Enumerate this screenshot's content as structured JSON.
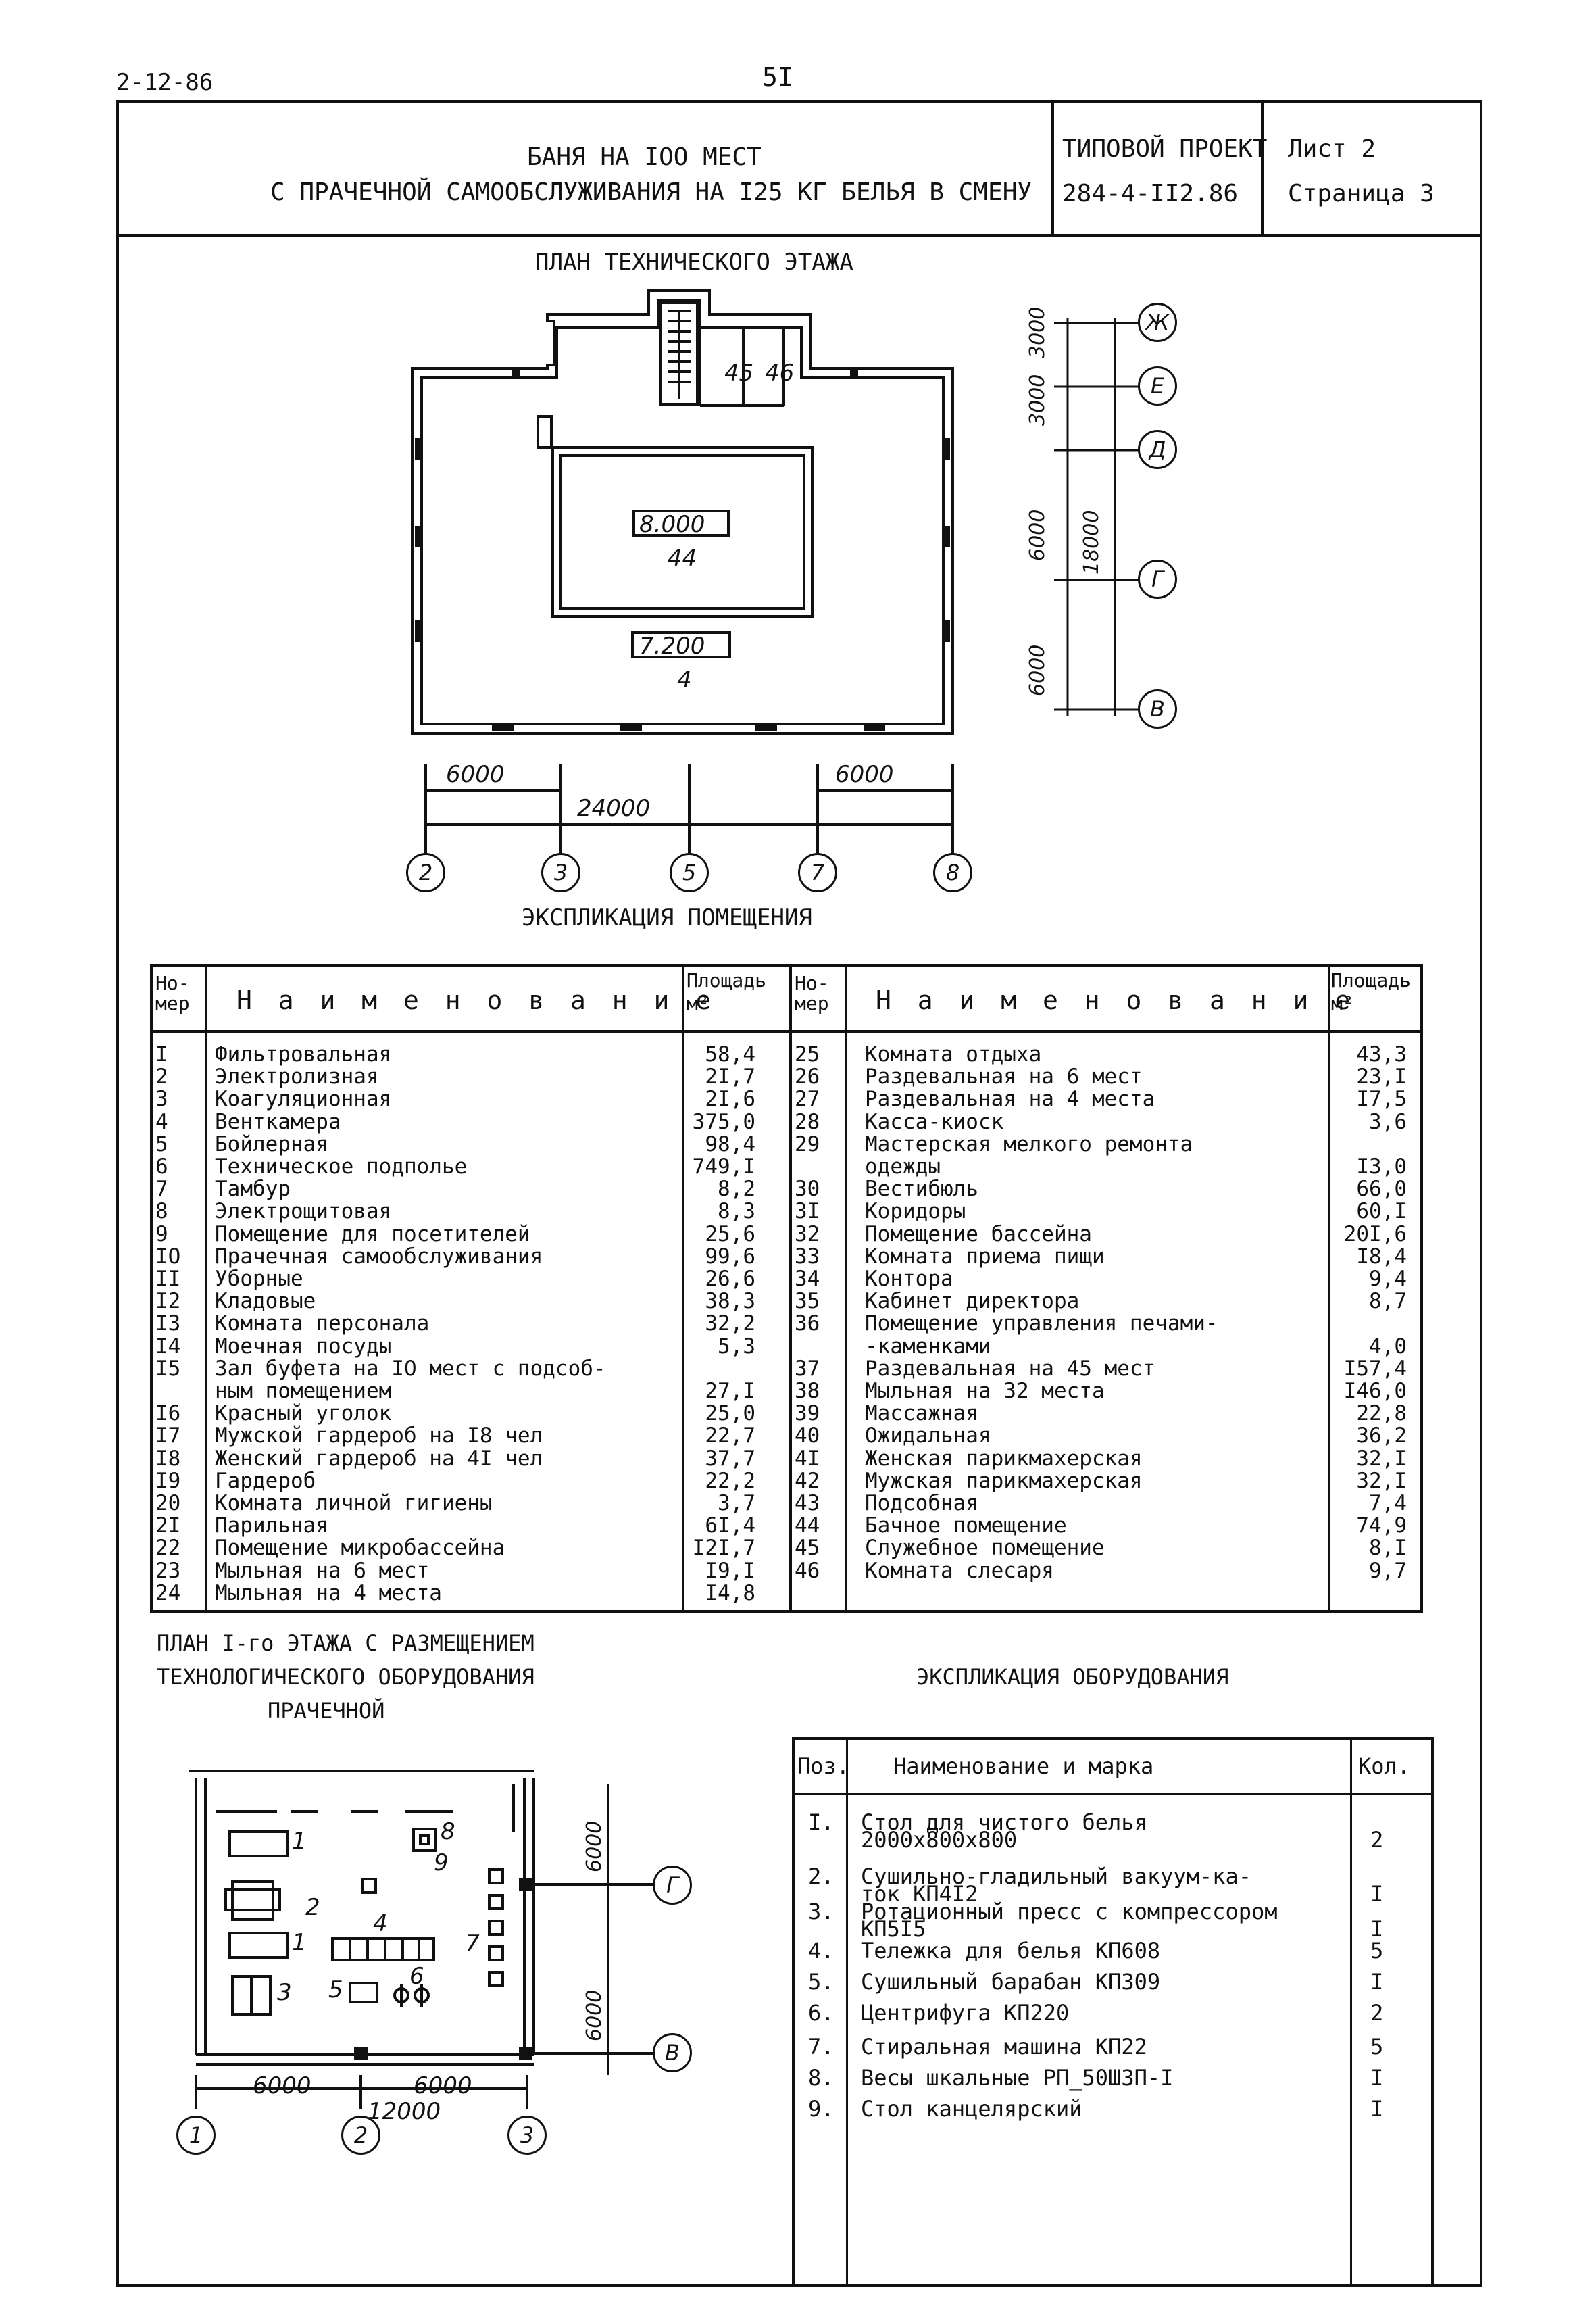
{
  "corner_code": "2-12-86",
  "page_number": "5I",
  "stamp": {
    "title_line1": "БАНЯ НА IOO МЕСТ",
    "title_line2": "С ПРАЧЕЧНОЙ САМООБСЛУЖИВАНИЯ НА I25 КГ БЕЛЬЯ В СМЕНУ",
    "project_label": "ТИПОВОЙ ПРОЕКТ",
    "project_number": "284-4-II2.86",
    "sheet": "Лист 2",
    "page": "Страница 3"
  },
  "tech_floor_plan": {
    "title": "ПЛАН ТЕХНИЧЕСКОГО ЭТАЖА",
    "room_labels": [
      "45",
      "46"
    ],
    "level_upper": "8.000",
    "room_upper": "44",
    "level_lower": "7.200",
    "room_lower": "4",
    "dims_bottom": [
      "6000",
      "24000",
      "6000"
    ],
    "axes_bottom": [
      "2",
      "3",
      "5",
      "7",
      "8"
    ],
    "dims_right": [
      "3000",
      "3000",
      "6000",
      "6000",
      "18000"
    ],
    "axes_right": [
      "Ж",
      "Е",
      "Д",
      "Г",
      "В"
    ]
  },
  "rooms_explication": {
    "title": "ЭКСПЛИКАЦИЯ ПОМЕЩЕНИЯ",
    "headers": {
      "num": "Но-мер",
      "name": "Н а и м е н о в а н и е",
      "area": "Площадь м²"
    },
    "left": [
      [
        "I",
        "Фильтровальная",
        "58,4"
      ],
      [
        "2",
        "Электролизная",
        "2I,7"
      ],
      [
        "3",
        "Коагуляционная",
        "2I,6"
      ],
      [
        "4",
        "Венткамера",
        "375,0"
      ],
      [
        "5",
        "Бойлерная",
        "98,4"
      ],
      [
        "6",
        "Техническое подполье",
        "749,I"
      ],
      [
        "7",
        "Тамбур",
        "8,2"
      ],
      [
        "8",
        "Электрощитовая",
        "8,3"
      ],
      [
        "9",
        "Помещение для посетителей",
        "25,6"
      ],
      [
        "IO",
        "Прачечная самообслуживания",
        "99,6"
      ],
      [
        "II",
        "Уборные",
        "26,6"
      ],
      [
        "I2",
        "Кладовые",
        "38,3"
      ],
      [
        "I3",
        "Комната персонала",
        "32,2"
      ],
      [
        "I4",
        "Моечная посуды",
        "5,3"
      ],
      [
        "I5",
        "Зал буфета на IO мест с подсоб-",
        ""
      ],
      [
        "",
        "ным помещением",
        "27,I"
      ],
      [
        "I6",
        "Красный уголок",
        "25,0"
      ],
      [
        "I7",
        "Мужской гардероб на I8 чел",
        "22,7"
      ],
      [
        "I8",
        "Женский гардероб на 4I чел",
        "37,7"
      ],
      [
        "I9",
        "Гардероб",
        "22,2"
      ],
      [
        "20",
        "Комната личной гигиены",
        "3,7"
      ],
      [
        "2I",
        "Парильная",
        "6I,4"
      ],
      [
        "22",
        "Помещение микробассейна",
        "I2I,7"
      ],
      [
        "23",
        "Мыльная на 6 мест",
        "I9,I"
      ],
      [
        "24",
        "Мыльная на 4 места",
        "I4,8"
      ]
    ],
    "right": [
      [
        "25",
        "Комната отдыха",
        "43,3"
      ],
      [
        "26",
        "Раздевальная на 6 мест",
        "23,I"
      ],
      [
        "27",
        "Раздевальная на 4 места",
        "I7,5"
      ],
      [
        "28",
        "Касса-киоск",
        "3,6"
      ],
      [
        "29",
        "Мастерская мелкого ремонта",
        ""
      ],
      [
        "",
        "одежды",
        "I3,0"
      ],
      [
        "30",
        "Вестибюль",
        "66,0"
      ],
      [
        "3I",
        "Коридоры",
        "60,I"
      ],
      [
        "32",
        "Помещение бассейна",
        "20I,6"
      ],
      [
        "33",
        "Комната приема пищи",
        "I8,4"
      ],
      [
        "34",
        "Контора",
        "9,4"
      ],
      [
        "35",
        "Кабинет директора",
        "8,7"
      ],
      [
        "36",
        "Помещение управления печами-",
        ""
      ],
      [
        "",
        "-каменками",
        "4,0"
      ],
      [
        "37",
        "Раздевальная на 45 мест",
        "I57,4"
      ],
      [
        "38",
        "Мыльная на 32 места",
        "I46,0"
      ],
      [
        "39",
        "Массажная",
        "22,8"
      ],
      [
        "40",
        "Ожидальная",
        "36,2"
      ],
      [
        "4I",
        "Женская парикмахерская",
        "32,I"
      ],
      [
        "42",
        "Мужская парикмахерская",
        "32,I"
      ],
      [
        "43",
        "Подсобная",
        "7,4"
      ],
      [
        "44",
        "Бачное помещение",
        "74,9"
      ],
      [
        "45",
        "Служебное помещение",
        "8,I"
      ],
      [
        "46",
        "Комната слесаря",
        "9,7"
      ]
    ]
  },
  "first_floor_plan": {
    "title_line1": "ПЛАН I-го ЭТАЖА С РАЗМЕЩЕНИЕМ",
    "title_line2": "ТЕХНОЛОГИЧЕСКОГО ОБОРУДОВАНИЯ",
    "title_line3": "ПРАЧЕЧНОЙ",
    "marks": [
      "1",
      "8",
      "9",
      "2",
      "4",
      "7",
      "1",
      "5",
      "6",
      "3"
    ],
    "dims_bottom": [
      "6000",
      "6000",
      "12000"
    ],
    "axes_bottom": [
      "1",
      "2",
      "3"
    ],
    "dims_right": [
      "6000",
      "6000"
    ],
    "axes_right": [
      "Г",
      "В"
    ]
  },
  "equipment_explication": {
    "title": "ЭКСПЛИКАЦИЯ ОБОРУДОВАНИЯ",
    "headers": {
      "pos": "Поз.",
      "name": "Наименование и марка",
      "qty": "Кол."
    },
    "rows": [
      {
        "pos": "I.",
        "name1": "Стол для чистого белья",
        "name2": "2000х800х800",
        "qty": "2"
      },
      {
        "pos": "2.",
        "name1": "Сушильно-гладильный вакуум-ка-",
        "name2": "ток КП4I2",
        "qty": "I"
      },
      {
        "pos": "3.",
        "name1": "Ротационный пресс с компрессором",
        "name2": "КП5I5",
        "qty": "I"
      },
      {
        "pos": "4.",
        "name1": "Тележка для белья КП608",
        "name2": "",
        "qty": "5"
      },
      {
        "pos": "5.",
        "name1": "Сушильный барабан КП309",
        "name2": "",
        "qty": "I"
      },
      {
        "pos": "6.",
        "name1": "Центрифуга КП220",
        "name2": "",
        "qty": "2"
      },
      {
        "pos": "7.",
        "name1": "Стиральная машина КП22",
        "name2": "",
        "qty": "5"
      },
      {
        "pos": "8.",
        "name1": "Весы шкальные РП_50Ш3П-I",
        "name2": "",
        "qty": "I"
      },
      {
        "pos": "9.",
        "name1": "Стол канцелярский",
        "name2": "",
        "qty": "I"
      }
    ]
  }
}
